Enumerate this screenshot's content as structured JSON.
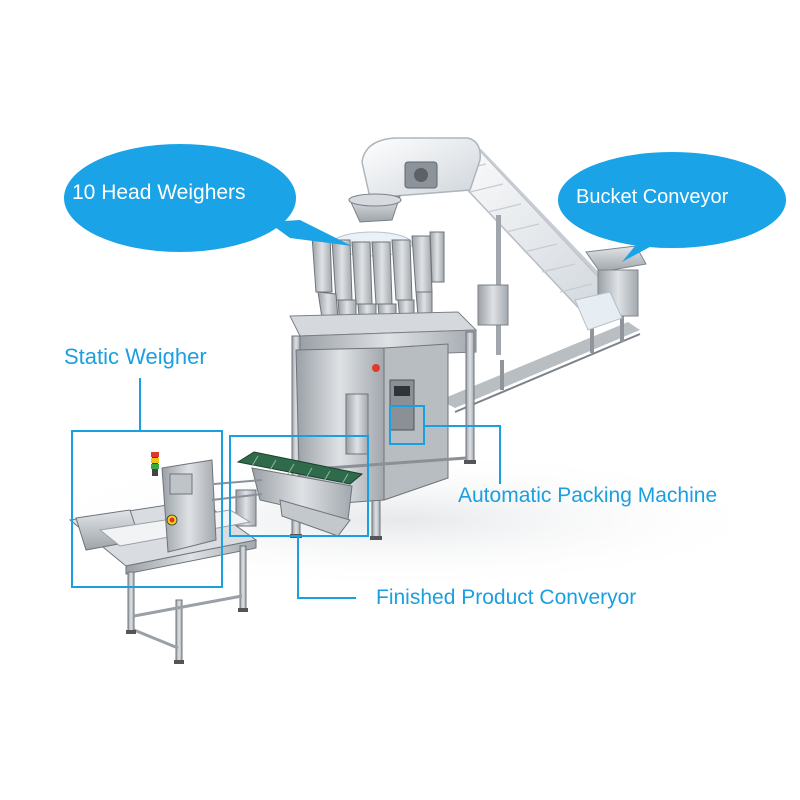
{
  "colors": {
    "callout_blue": "#1a9fe0",
    "bubble_fill": "#1aa3e6",
    "steel": "#c9ccd0",
    "steel_dark": "#8f959b",
    "conveyor_white": "#f2f4f6",
    "belt_green": "#2f6b4a"
  },
  "callouts": {
    "head_weighers": "10 Head Weighers",
    "bucket_conveyor": "Bucket Conveyor",
    "static_weigher": "Static Weigher",
    "packing_machine": "Automatic Packing Machine",
    "finished_conveyor": "Finished Product Converyor"
  }
}
